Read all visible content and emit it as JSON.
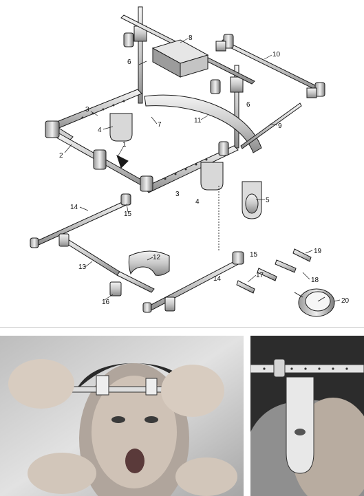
{
  "labels": [
    "1",
    "2",
    "3",
    "4",
    "5",
    "6",
    "7",
    "8",
    "9",
    "10",
    "11",
    "12",
    "13",
    "14",
    "15",
    "16",
    "17",
    "18",
    "19",
    "20"
  ],
  "colors": {
    "metal_light": "#e8e8e8",
    "metal_mid": "#b5b5b5",
    "metal_dark": "#6f6f6f",
    "line": "#1a1a1a",
    "background": "#ffffff"
  }
}
